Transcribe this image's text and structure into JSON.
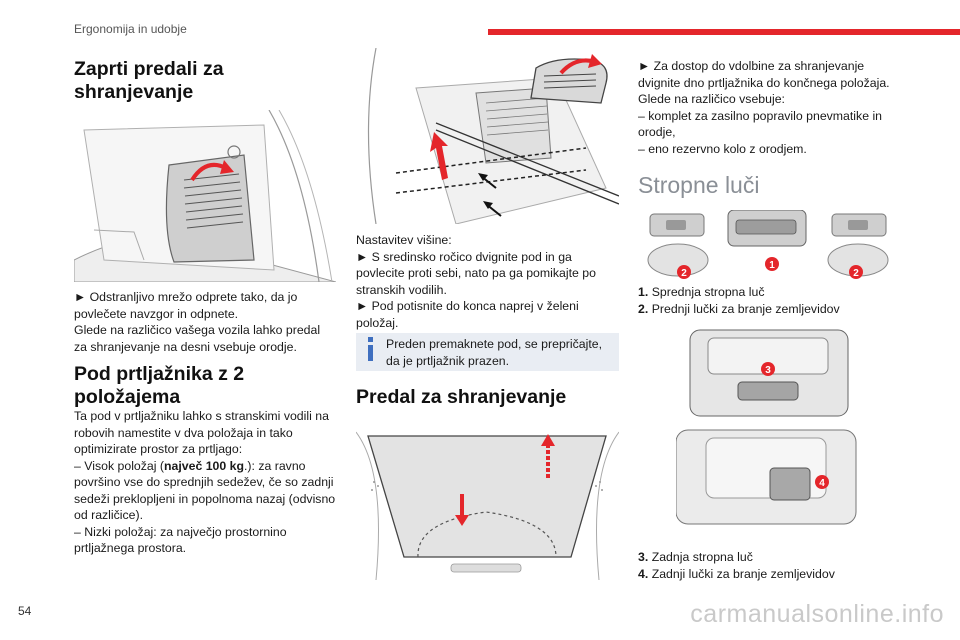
{
  "header": {
    "section": "Ergonomija in udobje",
    "accent_color": "#e4262b"
  },
  "page_number": "54",
  "footer": "carmanualsonline.info",
  "col1": {
    "h_drawers": "Zaprti predali za shranjevanje",
    "drawer_text": "► Odstranljivo mrežo odprete tako, da jo povlečete navzgor in odpnete.\nGlede na različico vašega vozila lahko predal za shranjevanje na desni vsebuje orodje.",
    "h_floor": "Pod prtljažnika z 2 položajema",
    "floor_intro": "Ta pod v prtljažniku lahko s stranskimi vodili na robovih namestite v dva položaja in tako optimizirate prostor za prtljago:",
    "high_pre": "– Visok položaj (",
    "high_bold": "največ 100 kg",
    "high_post": ".): za ravno površino vse do sprednjih sedežev, če so zadnji sedeži preklopljeni in popolnoma nazaj (odvisno od različice).",
    "low": "– Nizki položaj: za največjo prostornino prtljažnega prostora."
  },
  "col2": {
    "adjust_title": "Nastavitev višine:",
    "adjust_step1": "► S sredinsko ročico dvignite pod in ga povlecite proti sebi, nato pa ga pomikajte po stranskih vodilih.",
    "adjust_step2": "► Pod potisnite do konca naprej v želeni položaj.",
    "info_text": "Preden premaknete pod, se prepričajte, da je prtljažnik prazen.",
    "h_storage": "Predal za shranjevanje"
  },
  "col3": {
    "access": "► Za dostop do vdolbine za shranjevanje dvignite dno prtljažnika do končnega položaja.\nGlede na različico vsebuje:\n– komplet za zasilno popravilo pnevmatike in orodje,\n– eno rezervno kolo z orodjem.",
    "h_lights": "Stropne luči",
    "legend1": [
      {
        "num": "1.",
        "text": "Sprednja stropna luč"
      },
      {
        "num": "2.",
        "text": "Prednji lučki za branje zemljevidov"
      }
    ],
    "legend2": [
      {
        "num": "3.",
        "text": "Zadnja stropna luč"
      },
      {
        "num": "4.",
        "text": "Zadnji lučki za branje zemljevidov"
      }
    ],
    "badges": {
      "b1": "1",
      "b2": "2",
      "b3": "3",
      "b4": "4"
    },
    "info_icon": "info-icon"
  }
}
